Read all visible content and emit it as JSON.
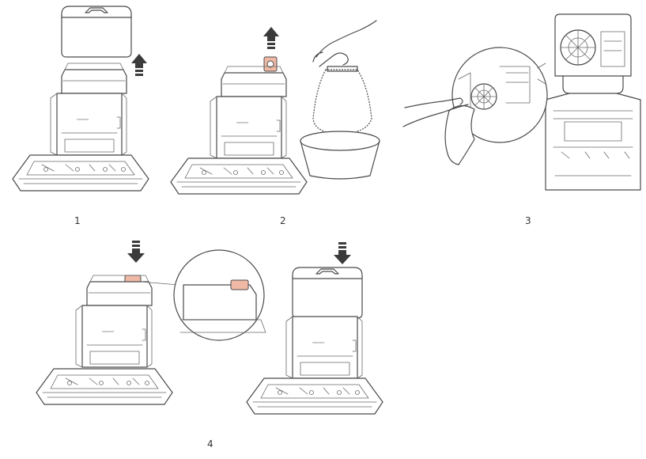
{
  "steps": [
    {
      "label": "1"
    },
    {
      "label": "2"
    },
    {
      "label": "3"
    },
    {
      "label": "4"
    }
  ],
  "brand_text": "roborock",
  "colors": {
    "line": "#4a4a4a",
    "arrow": "#3b3b3b",
    "bag_tab": "#f0b9a6",
    "background": "#ffffff"
  },
  "icons": [
    "arrow-up-icon",
    "arrow-down-icon",
    "hand-icon",
    "dust-bag-icon",
    "trash-bin-icon",
    "cloth-icon",
    "magnifier-circle-icon"
  ]
}
